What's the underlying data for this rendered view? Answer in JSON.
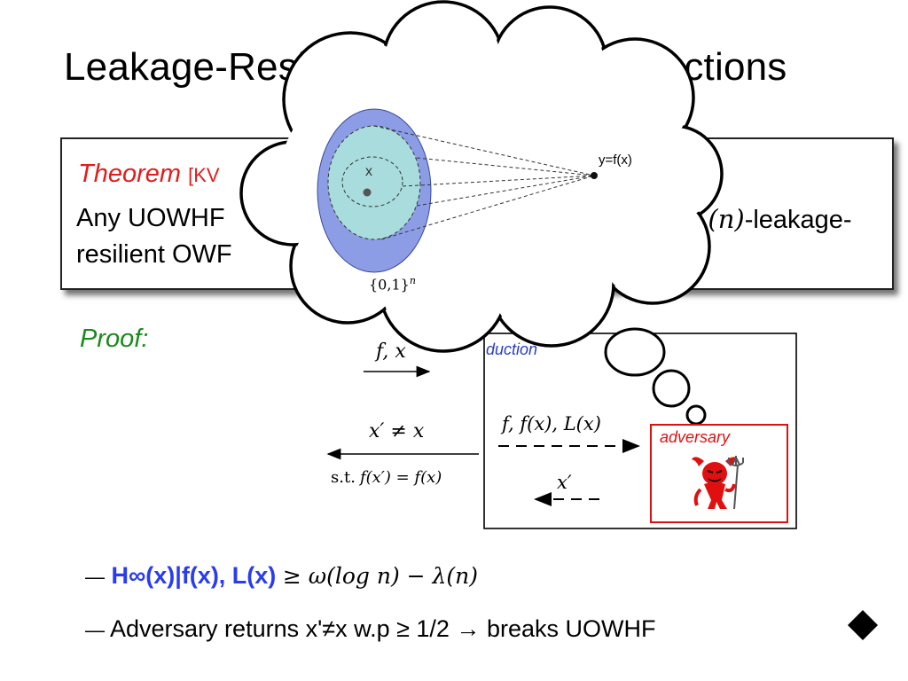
{
  "slide": {
    "title_left": "Leakage-Resili",
    "title_right": "unctions"
  },
  "theorem": {
    "label": "Theorem",
    "citation": "[KV",
    "line1_left": "Any UOWHF",
    "line1_right_math": "λ(n)",
    "line1_right_text": "-leakage-",
    "line2": "resilient OWF"
  },
  "cloud": {
    "inner_x_label": "x",
    "image_label": "y=f(x)",
    "domain_label": "{0,1}",
    "domain_exp": "n"
  },
  "proof": {
    "label": "Proof:",
    "arrow_top_label": "f, x",
    "reduction_label": "duction",
    "arrow_back_label": "x′ ≠ x",
    "st_prefix": "s.t.",
    "st_math": "f(x′) = f(x)",
    "to_adv_label": "f, f(x), L(x)",
    "from_adv_label": "x′",
    "adversary_label": "adversary"
  },
  "bullets": [
    {
      "dash": "—",
      "blue_text": "H∞(x)|f(x), L(x)",
      "rest": "≥ ω(log n) − λ(n)"
    },
    {
      "dash": "—",
      "text": "Adversary returns x'≠x w.p ≥ 1/2 → breaks UOWHF"
    }
  ],
  "colors": {
    "theorem_red": "#e31c1c",
    "proof_green": "#1a8a1a",
    "bullet_blue": "#2a3cf0",
    "ellipse_outer": "#8c9de6",
    "ellipse_inner": "#a9dcdc",
    "devil_red": "#e01010"
  }
}
